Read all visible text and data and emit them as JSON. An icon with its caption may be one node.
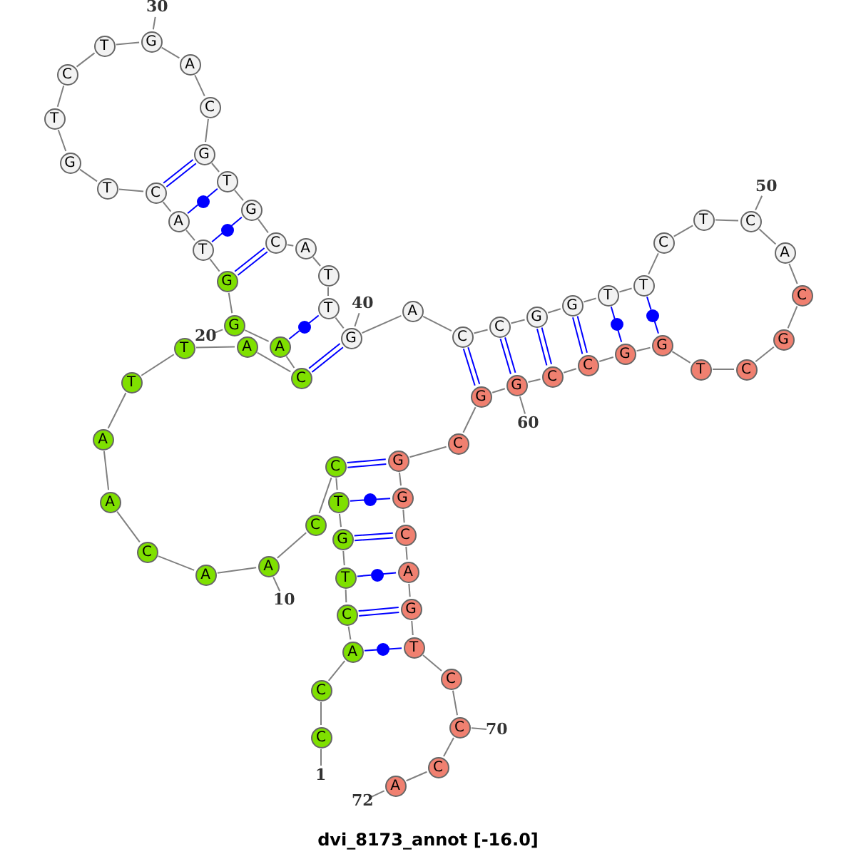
{
  "diagram": {
    "title": "dvi_8173_annot [-16.0]",
    "nodes": [
      {
        "text": [
          "C"
        ]
      },
      {
        "text": [
          "C"
        ]
      },
      {
        "text": [
          "A"
        ]
      },
      {
        "text": [
          "C"
        ]
      },
      {
        "text": [
          "T"
        ]
      },
      {
        "text": [
          "G"
        ]
      },
      {
        "text": [
          "T"
        ]
      },
      {
        "text": [
          "C"
        ]
      },
      {
        "text": [
          "C"
        ]
      },
      {
        "text": [
          "A"
        ]
      },
      {
        "text": [
          "A"
        ]
      },
      {
        "text": [
          "C"
        ]
      },
      {
        "text": [
          "A"
        ]
      },
      {
        "text": [
          "A"
        ]
      },
      {
        "text": [
          "T"
        ]
      },
      {
        "text": [
          "T"
        ]
      },
      {
        "text": [
          "A"
        ]
      },
      {
        "text": [
          "C"
        ]
      },
      {
        "text": [
          "A"
        ]
      },
      {
        "text": [
          "G"
        ]
      },
      {
        "text": [
          "G"
        ]
      },
      {
        "text": [
          "T"
        ]
      },
      {
        "text": [
          "A"
        ]
      },
      {
        "text": [
          "C"
        ]
      },
      {
        "text": [
          "T"
        ]
      },
      {
        "text": [
          "G"
        ]
      },
      {
        "text": [
          "T"
        ]
      },
      {
        "text": [
          "C"
        ]
      },
      {
        "text": [
          "T"
        ]
      },
      {
        "text": [
          "G"
        ]
      },
      {
        "text": [
          "A"
        ]
      },
      {
        "text": [
          "C"
        ]
      },
      {
        "text": [
          "G"
        ]
      },
      {
        "text": [
          "T"
        ]
      },
      {
        "text": [
          "G"
        ]
      },
      {
        "text": [
          "C"
        ]
      },
      {
        "text": [
          "A"
        ]
      },
      {
        "text": [
          "T"
        ]
      },
      {
        "text": [
          "T"
        ]
      },
      {
        "text": [
          "G"
        ]
      },
      {
        "text": [
          "A"
        ]
      },
      {
        "text": [
          "C"
        ]
      },
      {
        "text": [
          "C"
        ]
      },
      {
        "text": [
          "G"
        ]
      },
      {
        "text": [
          "G"
        ]
      },
      {
        "text": [
          "T"
        ]
      },
      {
        "text": [
          "T"
        ]
      },
      {
        "text": [
          "C"
        ]
      },
      {
        "text": [
          "T"
        ]
      },
      {
        "text": [
          "C"
        ]
      },
      {
        "text": [
          "A"
        ]
      },
      {
        "text": [
          "C"
        ]
      },
      {
        "text": [
          "G"
        ]
      },
      {
        "text": [
          "C"
        ]
      },
      {
        "text": [
          "T"
        ]
      },
      {
        "text": [
          "G"
        ]
      },
      {
        "text": [
          "G"
        ]
      },
      {
        "text": [
          "C"
        ]
      },
      {
        "text": [
          "C"
        ]
      },
      {
        "text": [
          "G"
        ]
      },
      {
        "text": [
          "G"
        ]
      },
      {
        "text": [
          "C"
        ]
      },
      {
        "text": [
          "G"
        ]
      },
      {
        "text": [
          "G"
        ]
      },
      {
        "text": [
          "C"
        ]
      },
      {
        "text": [
          "A"
        ]
      },
      {
        "text": [
          "G"
        ]
      },
      {
        "text": [
          "T"
        ]
      },
      {
        "text": [
          "C"
        ]
      },
      {
        "text": [
          "C"
        ]
      },
      {
        "text": [
          "C"
        ]
      },
      {
        "text": [
          "A"
        ]
      },
      {
        "text": [
          "1"
        ]
      },
      {
        "text": [
          "10"
        ]
      },
      {
        "text": [
          "20"
        ]
      },
      {
        "text": [
          "30"
        ]
      },
      {
        "text": [
          "40"
        ]
      },
      {
        "text": [
          "50"
        ]
      },
      {
        "text": [
          "60"
        ]
      },
      {
        "text": [
          "70"
        ]
      },
      {
        "text": [
          "72"
        ]
      },
      {
        "text": [],
        "shape": "circle"
      },
      {
        "text": [],
        "shape": "circle"
      },
      {
        "text": [],
        "shape": "circle"
      },
      {
        "text": [],
        "shape": "circle"
      },
      {
        "text": [],
        "shape": "circle"
      },
      {
        "text": [],
        "shape": "circle"
      },
      {
        "text": [],
        "shape": "circle"
      },
      {
        "text": [],
        "shape": "circle"
      }
    ],
    "edges": [
      {
        "from": 0,
        "to": 1,
        "arrow": "none"
      },
      {
        "from": 1,
        "to": 2,
        "arrow": "none"
      },
      {
        "from": 2,
        "to": 3,
        "arrow": "none"
      },
      {
        "from": 3,
        "to": 4,
        "arrow": "none"
      },
      {
        "from": 4,
        "to": 5,
        "arrow": "none"
      },
      {
        "from": 5,
        "to": 6,
        "arrow": "none"
      },
      {
        "from": 6,
        "to": 7,
        "arrow": "none"
      },
      {
        "from": 7,
        "to": 8,
        "arrow": "none"
      },
      {
        "from": 8,
        "to": 9,
        "arrow": "none"
      },
      {
        "from": 9,
        "to": 10,
        "arrow": "none"
      },
      {
        "from": 10,
        "to": 11,
        "arrow": "none"
      },
      {
        "from": 11,
        "to": 12,
        "arrow": "none"
      },
      {
        "from": 12,
        "to": 13,
        "arrow": "none"
      },
      {
        "from": 13,
        "to": 14,
        "arrow": "none"
      },
      {
        "from": 14,
        "to": 15,
        "arrow": "none"
      },
      {
        "from": 15,
        "to": 16,
        "arrow": "none"
      },
      {
        "from": 16,
        "to": 17,
        "arrow": "none"
      },
      {
        "from": 17,
        "to": 18,
        "arrow": "none"
      },
      {
        "from": 18,
        "to": 19,
        "arrow": "none"
      },
      {
        "from": 19,
        "to": 20,
        "arrow": "none"
      },
      {
        "from": 20,
        "to": 21,
        "arrow": "none"
      },
      {
        "from": 21,
        "to": 22,
        "arrow": "none"
      },
      {
        "from": 22,
        "to": 23,
        "arrow": "none"
      },
      {
        "from": 23,
        "to": 24,
        "arrow": "none"
      },
      {
        "from": 24,
        "to": 25,
        "arrow": "none"
      },
      {
        "from": 25,
        "to": 26,
        "arrow": "none"
      },
      {
        "from": 26,
        "to": 27,
        "arrow": "none"
      },
      {
        "from": 27,
        "to": 28,
        "arrow": "none"
      },
      {
        "from": 28,
        "to": 29,
        "arrow": "none"
      },
      {
        "from": 29,
        "to": 30,
        "arrow": "none"
      },
      {
        "from": 30,
        "to": 31,
        "arrow": "none"
      },
      {
        "from": 31,
        "to": 32,
        "arrow": "none"
      },
      {
        "from": 32,
        "to": 33,
        "arrow": "none"
      },
      {
        "from": 33,
        "to": 34,
        "arrow": "none"
      },
      {
        "from": 34,
        "to": 35,
        "arrow": "none"
      },
      {
        "from": 35,
        "to": 36,
        "arrow": "none"
      },
      {
        "from": 36,
        "to": 37,
        "arrow": "none"
      },
      {
        "from": 37,
        "to": 38,
        "arrow": "none"
      },
      {
        "from": 38,
        "to": 39,
        "arrow": "none"
      },
      {
        "from": 39,
        "to": 40,
        "arrow": "none"
      },
      {
        "from": 40,
        "to": 41,
        "arrow": "none"
      },
      {
        "from": 41,
        "to": 42,
        "arrow": "none"
      },
      {
        "from": 42,
        "to": 43,
        "arrow": "none"
      },
      {
        "from": 43,
        "to": 44,
        "arrow": "none"
      },
      {
        "from": 44,
        "to": 45,
        "arrow": "none"
      },
      {
        "from": 45,
        "to": 46,
        "arrow": "none"
      },
      {
        "from": 46,
        "to": 47,
        "arrow": "none"
      },
      {
        "from": 47,
        "to": 48,
        "arrow": "none"
      },
      {
        "from": 48,
        "to": 49,
        "arrow": "none"
      },
      {
        "from": 49,
        "to": 50,
        "arrow": "none"
      },
      {
        "from": 50,
        "to": 51,
        "arrow": "none"
      },
      {
        "from": 51,
        "to": 52,
        "arrow": "none"
      },
      {
        "from": 52,
        "to": 53,
        "arrow": "none"
      },
      {
        "from": 53,
        "to": 54,
        "arrow": "none"
      },
      {
        "from": 54,
        "to": 55,
        "arrow": "none"
      },
      {
        "from": 55,
        "to": 56,
        "arrow": "none"
      },
      {
        "from": 56,
        "to": 57,
        "arrow": "none"
      },
      {
        "from": 57,
        "to": 58,
        "arrow": "none"
      },
      {
        "from": 58,
        "to": 59,
        "arrow": "none"
      },
      {
        "from": 59,
        "to": 60,
        "arrow": "none"
      },
      {
        "from": 60,
        "to": 61,
        "arrow": "none"
      },
      {
        "from": 61,
        "to": 62,
        "arrow": "none"
      },
      {
        "from": 62,
        "to": 63,
        "arrow": "none"
      },
      {
        "from": 63,
        "to": 64,
        "arrow": "none"
      },
      {
        "from": 64,
        "to": 65,
        "arrow": "none"
      },
      {
        "from": 65,
        "to": 66,
        "arrow": "none"
      },
      {
        "from": 66,
        "to": 67,
        "arrow": "none"
      },
      {
        "from": 67,
        "to": 68,
        "arrow": "none"
      },
      {
        "from": 68,
        "to": 69,
        "arrow": "none"
      },
      {
        "from": 69,
        "to": 70,
        "arrow": "none"
      },
      {
        "from": 70,
        "to": 71,
        "arrow": "none"
      },
      {
        "from": 2,
        "to": 81,
        "arrow": "none",
        "color": "#0000ff"
      },
      {
        "from": 81,
        "to": 67,
        "arrow": "none",
        "color": "#0000ff"
      },
      {
        "from": 3,
        "to": 66,
        "arrow": "none",
        "color": "#0000ff"
      },
      {
        "from": 4,
        "to": 82,
        "arrow": "none",
        "color": "#0000ff"
      },
      {
        "from": 82,
        "to": 65,
        "arrow": "none",
        "color": "#0000ff"
      },
      {
        "from": 5,
        "to": 64,
        "arrow": "none",
        "color": "#0000ff"
      },
      {
        "from": 6,
        "to": 83,
        "arrow": "none",
        "color": "#0000ff"
      },
      {
        "from": 83,
        "to": 63,
        "arrow": "none",
        "color": "#0000ff"
      },
      {
        "from": 7,
        "to": 62,
        "arrow": "none",
        "color": "#0000ff"
      },
      {
        "from": 17,
        "to": 39,
        "arrow": "none",
        "color": "#0000ff"
      },
      {
        "from": 18,
        "to": 84,
        "arrow": "none",
        "color": "#0000ff"
      },
      {
        "from": 84,
        "to": 38,
        "arrow": "none",
        "color": "#0000ff"
      },
      {
        "from": 20,
        "to": 35,
        "arrow": "none",
        "color": "#0000ff"
      },
      {
        "from": 21,
        "to": 85,
        "arrow": "none",
        "color": "#0000ff"
      },
      {
        "from": 85,
        "to": 34,
        "arrow": "none",
        "color": "#0000ff"
      },
      {
        "from": 22,
        "to": 86,
        "arrow": "none",
        "color": "#0000ff"
      },
      {
        "from": 86,
        "to": 33,
        "arrow": "none",
        "color": "#0000ff"
      },
      {
        "from": 23,
        "to": 32,
        "arrow": "none",
        "color": "#0000ff"
      },
      {
        "from": 41,
        "to": 60,
        "arrow": "none",
        "color": "#0000ff"
      },
      {
        "from": 42,
        "to": 59,
        "arrow": "none",
        "color": "#0000ff"
      },
      {
        "from": 43,
        "to": 58,
        "arrow": "none",
        "color": "#0000ff"
      },
      {
        "from": 44,
        "to": 57,
        "arrow": "none",
        "color": "#0000ff"
      },
      {
        "from": 45,
        "to": 87,
        "arrow": "none",
        "color": "#0000ff"
      },
      {
        "from": 87,
        "to": 56,
        "arrow": "none",
        "color": "#0000ff"
      },
      {
        "from": 46,
        "to": 88,
        "arrow": "none",
        "color": "#0000ff"
      },
      {
        "from": 88,
        "to": 55,
        "arrow": "none",
        "color": "#0000ff"
      },
      {
        "from": 72,
        "to": 0,
        "arrow": "none"
      },
      {
        "from": 73,
        "to": 9,
        "arrow": "none"
      },
      {
        "from": 74,
        "to": 19,
        "arrow": "none"
      },
      {
        "from": 75,
        "to": 29,
        "arrow": "none"
      },
      {
        "from": 76,
        "to": 39,
        "arrow": "none"
      },
      {
        "from": 77,
        "to": 49,
        "arrow": "none"
      },
      {
        "from": 78,
        "to": 59,
        "arrow": "none"
      },
      {
        "from": 79,
        "to": 69,
        "arrow": "none"
      },
      {
        "from": 80,
        "to": 71,
        "arrow": "none"
      }
    ]
  }
}
